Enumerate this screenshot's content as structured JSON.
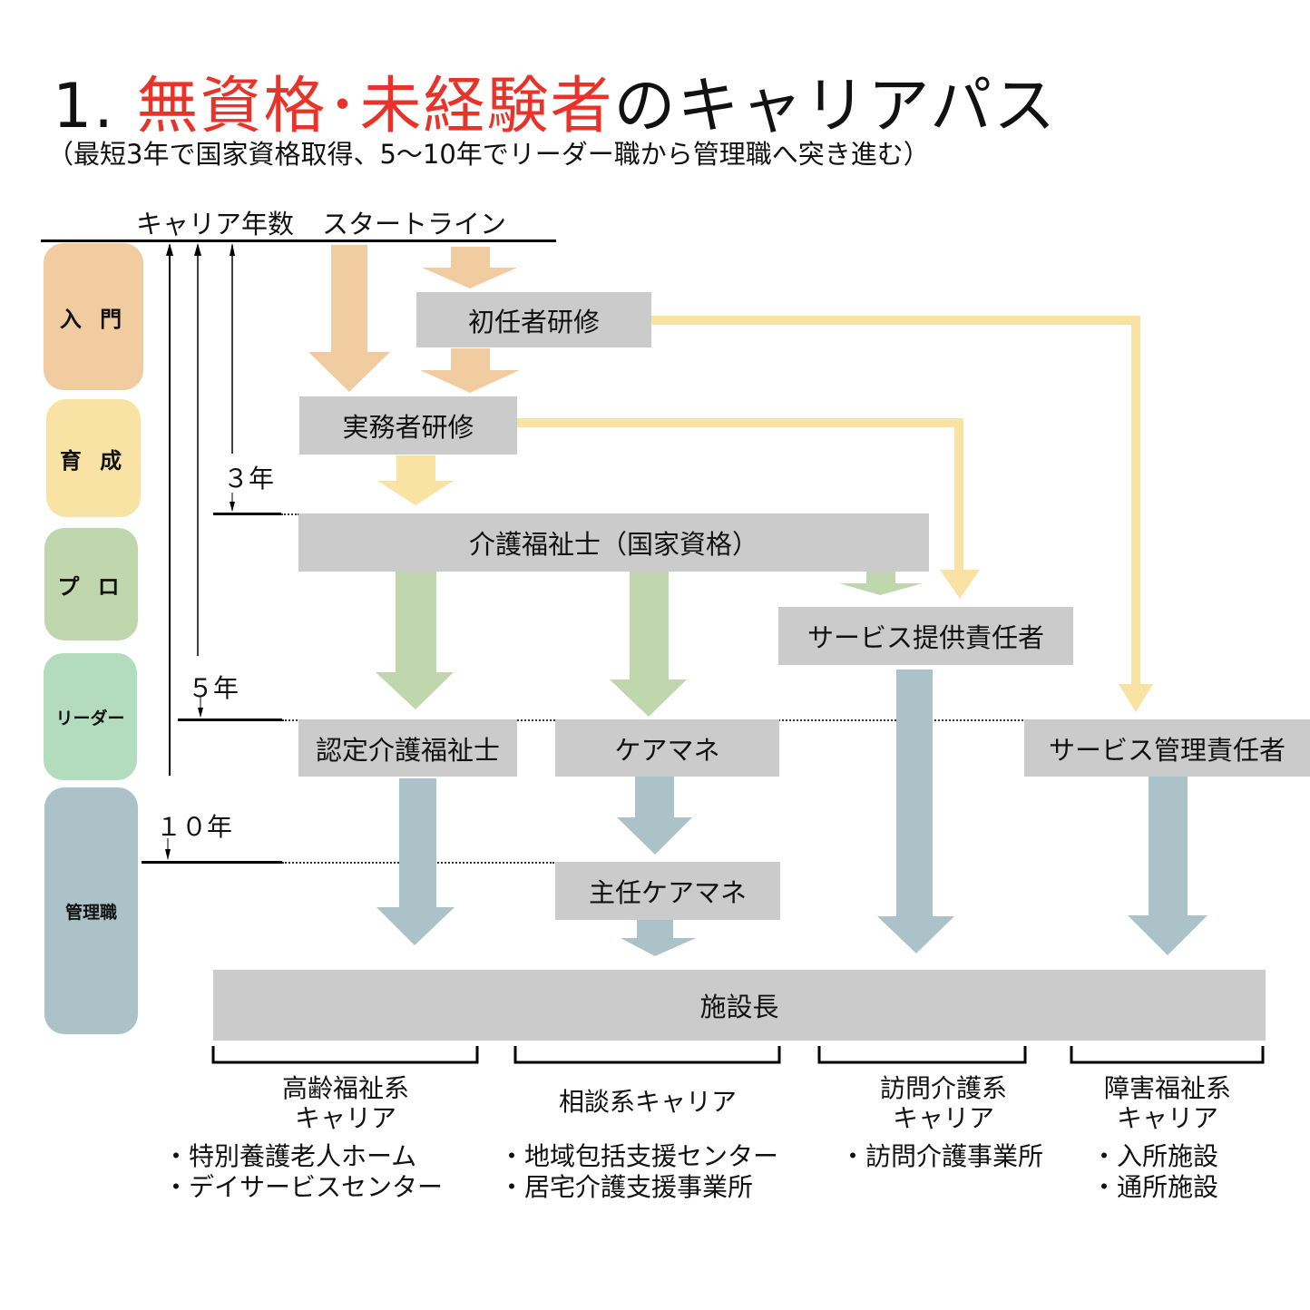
{
  "title": {
    "number": "1.",
    "highlight": "無資格･未経験者",
    "rest": "のキャリアパス",
    "subtitle": "（最短3年で国家資格取得、5～10年でリーダー職から管理職へ突き進む）"
  },
  "header": {
    "years_label": "キャリア年数",
    "start_label": "スタートライン"
  },
  "stages": [
    {
      "label": "入 門",
      "color": "#f0cca0"
    },
    {
      "label": "育 成",
      "color": "#f9e3a4"
    },
    {
      "label": "プ ロ",
      "color": "#c0d6ad"
    },
    {
      "label": "リーダー",
      "color": "#b3dcbf"
    },
    {
      "label": "管理職",
      "color": "#abc2c8"
    }
  ],
  "year_marks": [
    "３年",
    "５年",
    "１０年"
  ],
  "nodes": {
    "shoninsha": "初任者研修",
    "jitsumusha": "実務者研修",
    "kaigo": "介護福祉士（国家資格）",
    "service_teikyo": "サービス提供責任者",
    "nintei": "認定介護福祉士",
    "caremane": "ケアマネ",
    "service_kanri": "サービス管理責任者",
    "shunin_caremane": "主任ケアマネ",
    "shisetsucho": "施設長"
  },
  "careers": [
    {
      "title": [
        "高齢福祉系",
        "キャリア"
      ],
      "items": [
        "・特別養護老人ホーム",
        "・デイサービスセンター"
      ]
    },
    {
      "title": [
        "相談系キャリア"
      ],
      "items": [
        "・地域包括支援センター",
        "・居宅介護支援事業所"
      ]
    },
    {
      "title": [
        "訪問介護系",
        "キャリア"
      ],
      "items": [
        "・訪問介護事業所"
      ]
    },
    {
      "title": [
        "障害福祉系",
        "キャリア"
      ],
      "items": [
        "・入所施設",
        "・通所施設"
      ]
    }
  ],
  "colors": {
    "orange_arrow": "#f0cca0",
    "yellow_arrow": "#f9e3a4",
    "green_arrow": "#c0d6ad",
    "blue_arrow": "#abc2c8",
    "box": "#cbcbcb",
    "title_red": "#e8332a"
  }
}
